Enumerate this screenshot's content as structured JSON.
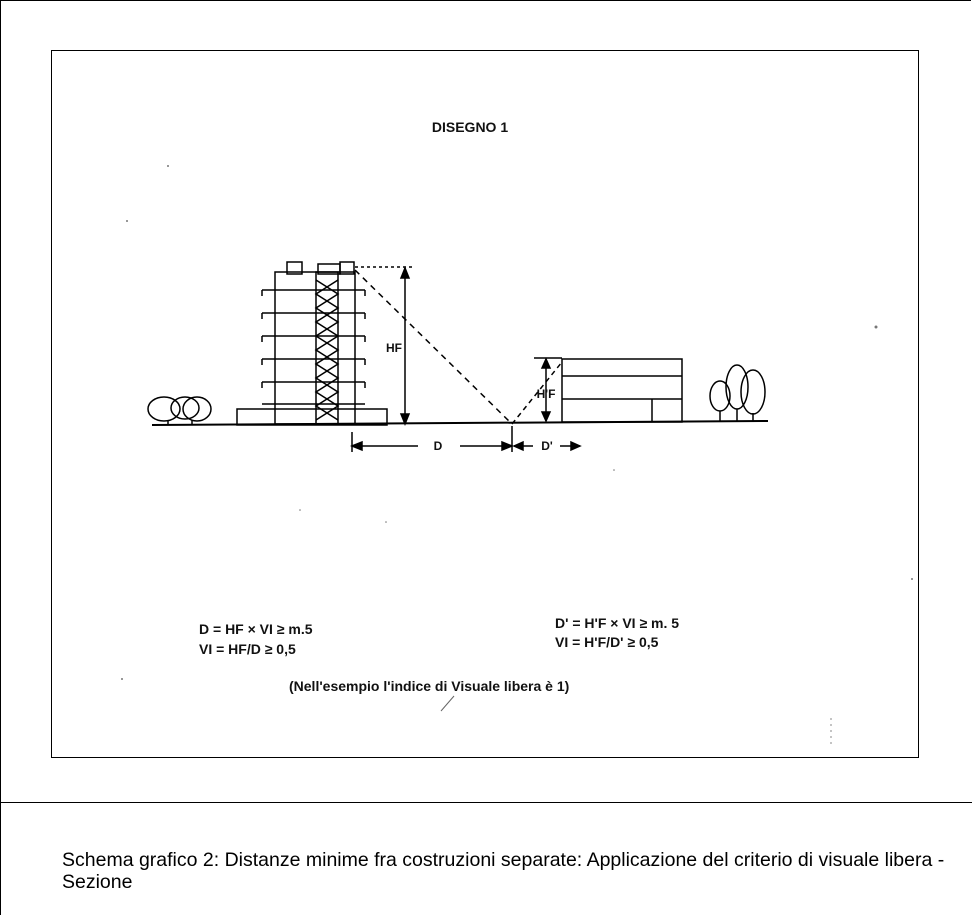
{
  "drawing": {
    "title": "DISEGNO 1",
    "label_hf": "HF",
    "label_h1f": "H'F",
    "label_d": "D",
    "label_d1": "D'",
    "formula_left_1": "D  =  HF × VI ≥ m.5",
    "formula_left_2": "VI  =  HF/D ≥ 0,5",
    "formula_right_1": "D'  =  H'F × VI ≥ m. 5",
    "formula_right_2": "VI =  H'F/D' ≥ 0,5",
    "note": "(Nell'esempio l'indice di Visuale libera è 1)"
  },
  "caption": {
    "text": "Schema grafico 2: Distanze minime fra costruzioni separate: Applicazione del criterio di visuale libera - Sezione"
  }
}
